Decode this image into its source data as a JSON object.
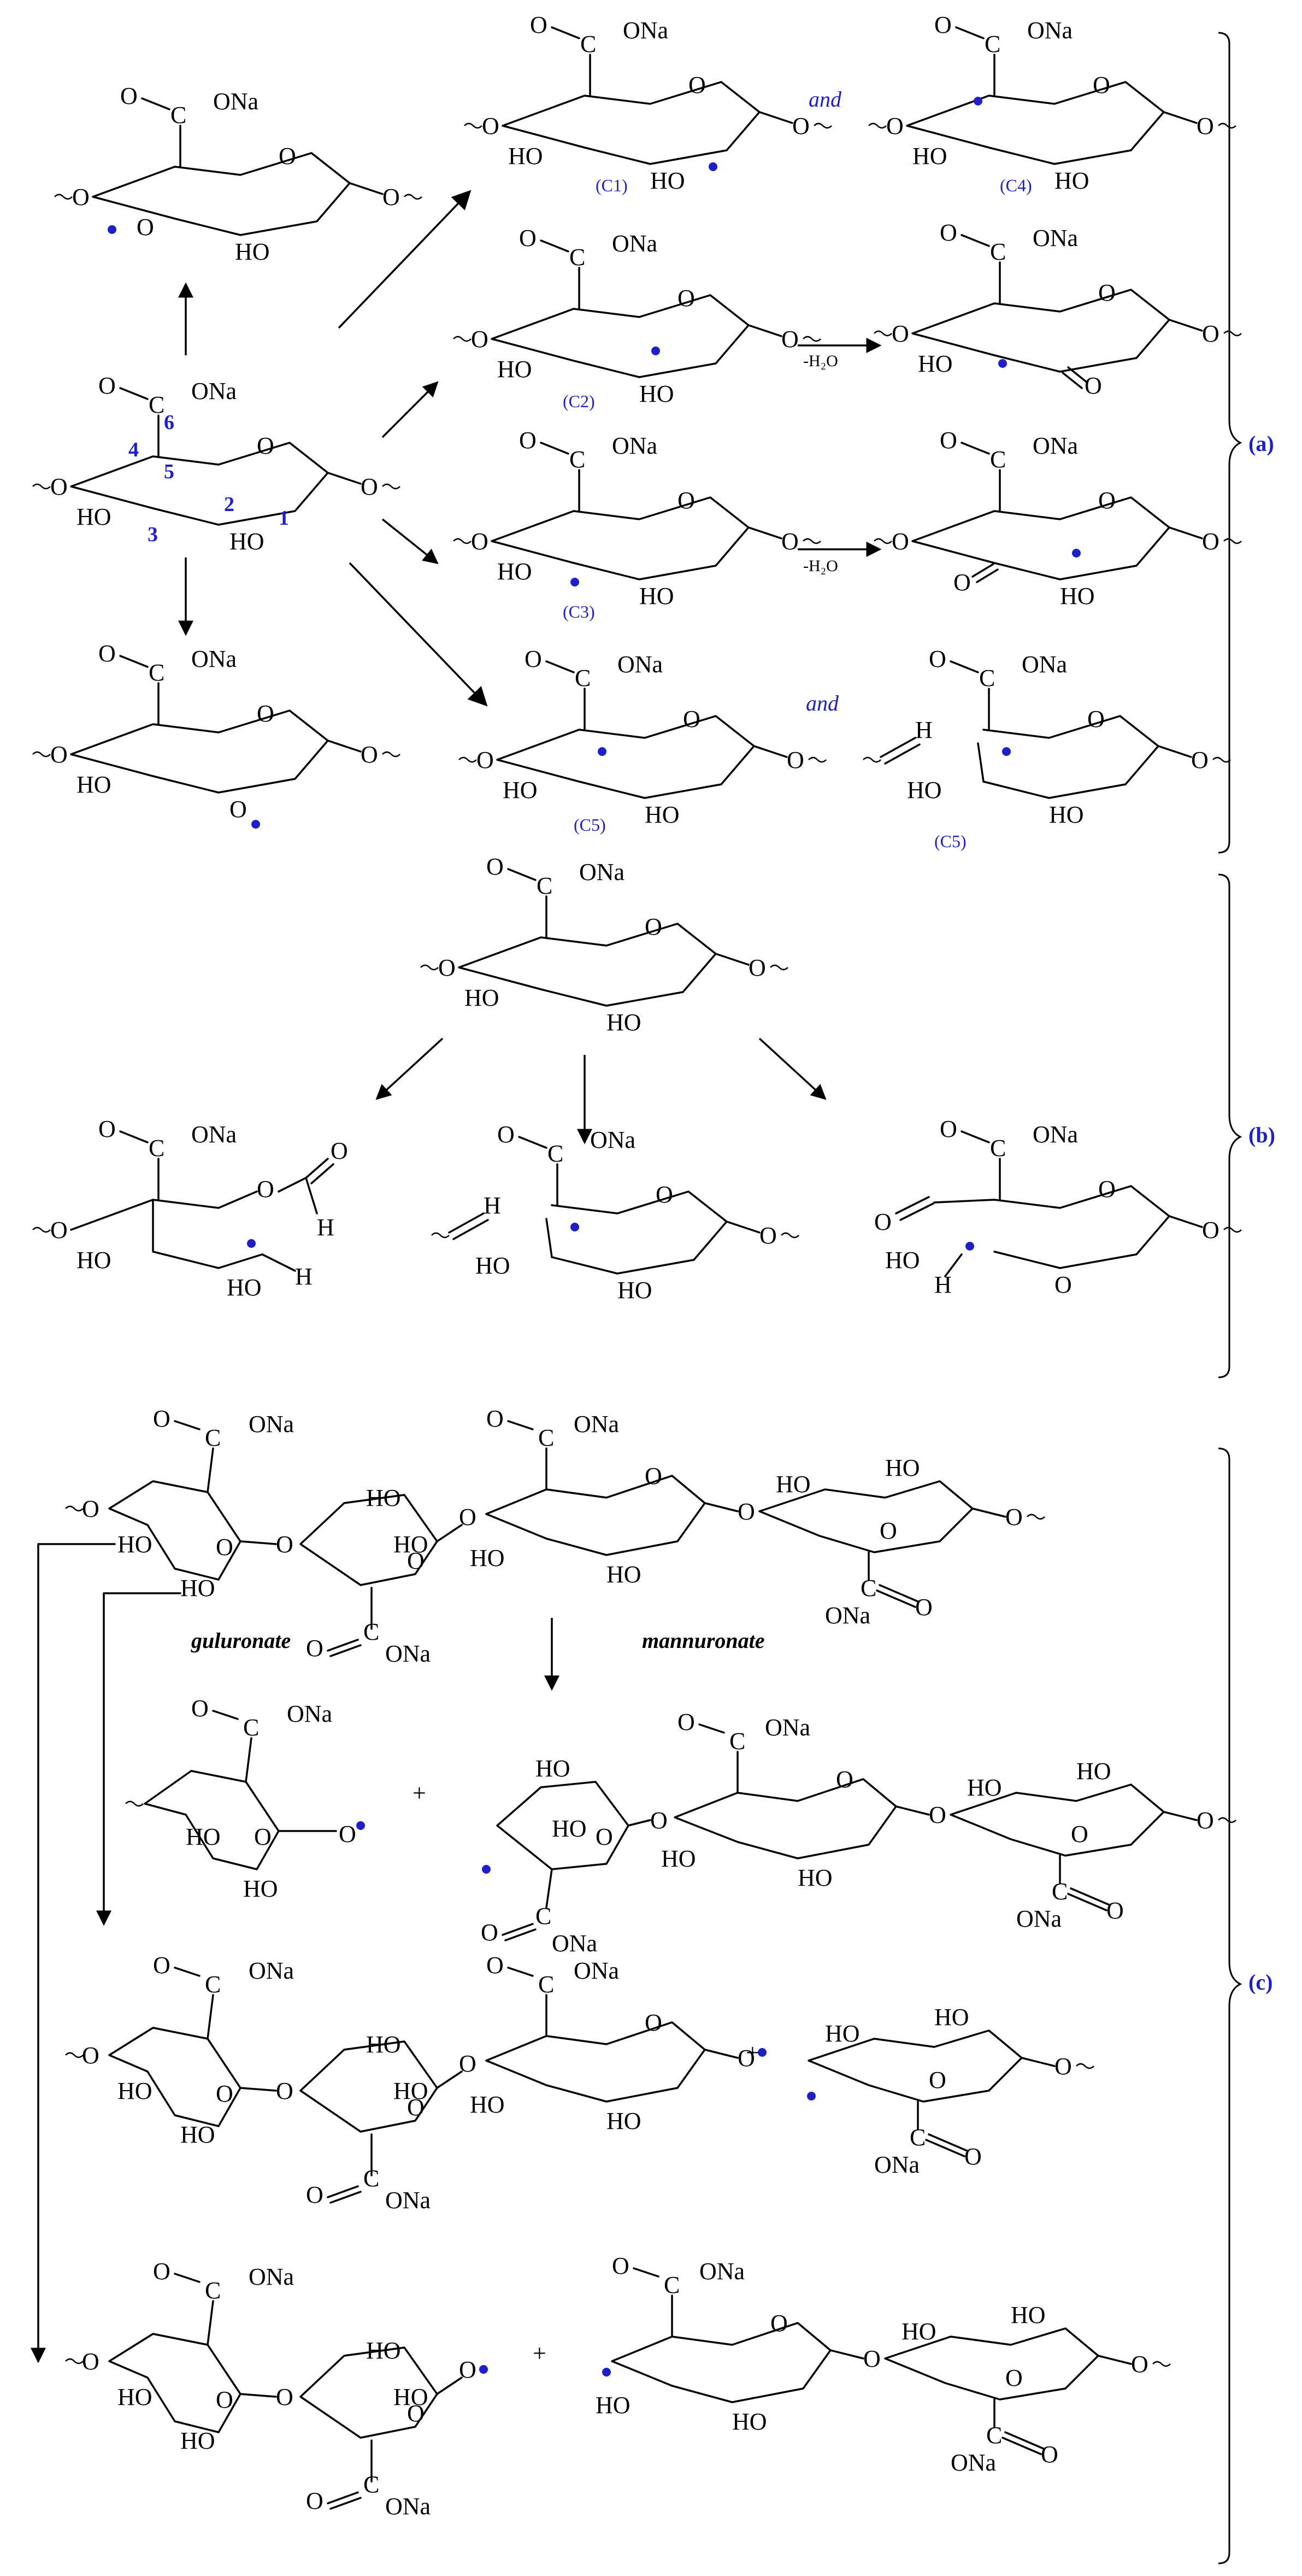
{
  "atoms": {
    "ona": "ONa",
    "ho": "HO",
    "o": "O",
    "c": "C",
    "h": "H"
  },
  "numbering": {
    "c1": "1",
    "c2": "2",
    "c3": "3",
    "c4": "4",
    "c5": "5",
    "c6": "6"
  },
  "site_labels": {
    "c1": "(C1)",
    "c2": "(C2)",
    "c3": "(C3)",
    "c4": "(C4)",
    "c5": "(C5)"
  },
  "connectors": {
    "and": "and",
    "plus": "+",
    "minus_water": "-H₂O"
  },
  "section_labels": {
    "a": "(a)",
    "b": "(b)",
    "c": "(c)"
  },
  "residue_names": {
    "guluronate": "guluronate",
    "mannuronate": "mannuronate"
  },
  "colors": {
    "radical_dot": "#1f1fc8",
    "site_label": "#1f1fc8",
    "section_label": "#1f1fc8",
    "bond": "#000000"
  }
}
